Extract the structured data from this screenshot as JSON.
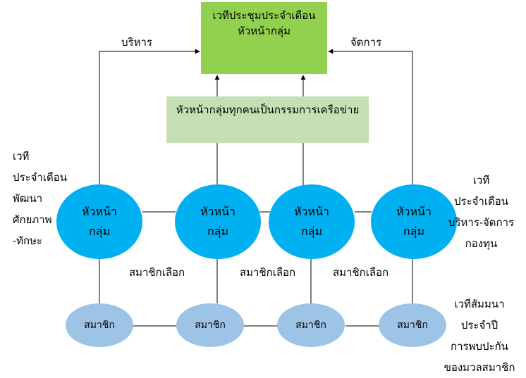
{
  "top_box": {
    "line1": "เวทีประชุมประจำเดือน",
    "line2": "หัวหน้ากลุ่ม"
  },
  "mid_box": {
    "label": "หัวหน้ากลุ่มทุกคนเป็นกรรมการเครือข่าย"
  },
  "arrows": {
    "left_label": "บริหาร",
    "right_label": "จัดการ"
  },
  "leaders": [
    {
      "line1": "หัวหน้า",
      "line2": "กลุ่ม"
    },
    {
      "line1": "หัวหน้า",
      "line2": "กลุ่ม"
    },
    {
      "line1": "หัวหน้า",
      "line2": "กลุ่ม"
    },
    {
      "line1": "หัวหน้า",
      "line2": "กลุ่ม"
    }
  ],
  "elect_labels": [
    "สมาชิกเลือก",
    "สมาชิกเลือก",
    "สมาชิกเลือก"
  ],
  "members": [
    "สมาชิก",
    "สมาชิก",
    "สมาชิก",
    "สมาชิก"
  ],
  "left_note": [
    "เวที",
    "ประจำเดือน",
    "พัฒนา",
    "ศักยภาพ",
    "-ทักษะ"
  ],
  "right_note": [
    "เวที",
    "ประจำเดือน",
    "บริหาร-จัดการ",
    "กองทุน"
  ],
  "bottom_right_note": [
    "เวทีสัมมนา",
    "ประจำปี",
    "การพบปะกัน",
    "ของมวลสมาชิก"
  ]
}
